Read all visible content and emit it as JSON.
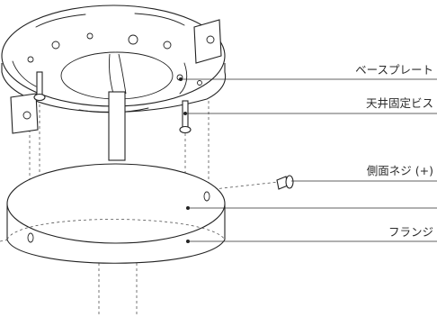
{
  "labels": {
    "base_plate": "ベースプレート",
    "ceiling_screw": "天井固定ビス",
    "side_screw": "側面ネジ (+)",
    "flange": "フランジ"
  },
  "colors": {
    "line": "#222222",
    "text": "#2b2b2b",
    "background": "#ffffff"
  }
}
